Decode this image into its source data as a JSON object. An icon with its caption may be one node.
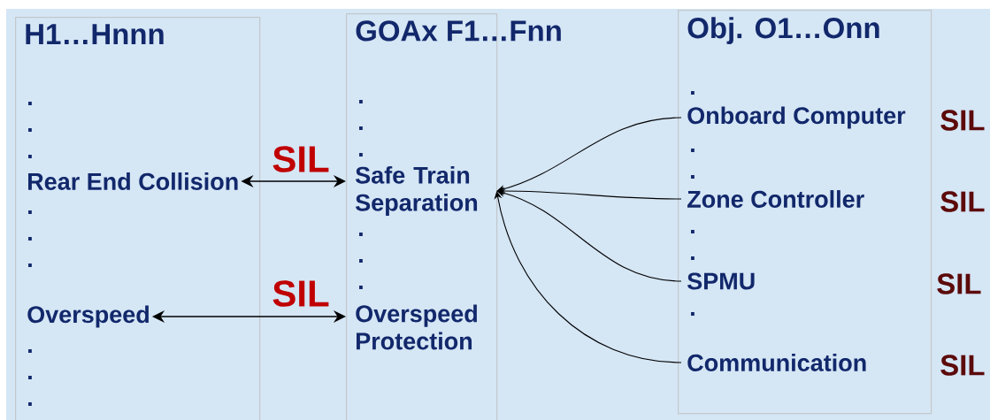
{
  "diagram": {
    "nodes": [
      {
        "text": [
          "H1…Hnnn"
        ]
      },
      {
        "text": [
          "GOAx F1…Fnn"
        ]
      },
      {
        "text": [
          "Obj. O1…Onn"
        ]
      },
      {
        "text": [
          "Rear End Collision"
        ],
        "in": 0
      },
      {
        "text": [
          "Overspeed"
        ],
        "in": 0
      },
      {
        "text": [
          "Safe Train Separation"
        ],
        "in": 1
      },
      {
        "text": [
          "Overspeed Protection"
        ],
        "in": 1
      },
      {
        "text": [
          "Onboard Computer"
        ],
        "in": 2,
        "beside": [
          "SIL"
        ]
      },
      {
        "text": [
          "Zone Controller"
        ],
        "in": 2,
        "beside": [
          "SIL"
        ]
      },
      {
        "text": [
          "SPMU"
        ],
        "in": 2,
        "beside": [
          "SIL"
        ]
      },
      {
        "text": [
          "Communication"
        ],
        "in": 2,
        "beside": [
          "SIL"
        ]
      }
    ],
    "edges": [
      {
        "from": 3,
        "to": 5,
        "arrow": "both",
        "label": "SIL"
      },
      {
        "from": 4,
        "to": 6,
        "arrow": "both",
        "label": "SIL"
      },
      {
        "from": 7,
        "to": 5,
        "arrow": "to"
      },
      {
        "from": 8,
        "to": 5,
        "arrow": "to"
      },
      {
        "from": 9,
        "to": 5,
        "arrow": "to"
      },
      {
        "from": 10,
        "to": 5,
        "arrow": "to"
      }
    ],
    "labels": [
      ".",
      ".",
      ".",
      ".",
      ".",
      ".",
      ".",
      ".",
      ".",
      ".",
      ".",
      ".",
      ".",
      ".",
      ".",
      ".",
      ".",
      ".",
      ".",
      ".",
      "."
    ]
  }
}
